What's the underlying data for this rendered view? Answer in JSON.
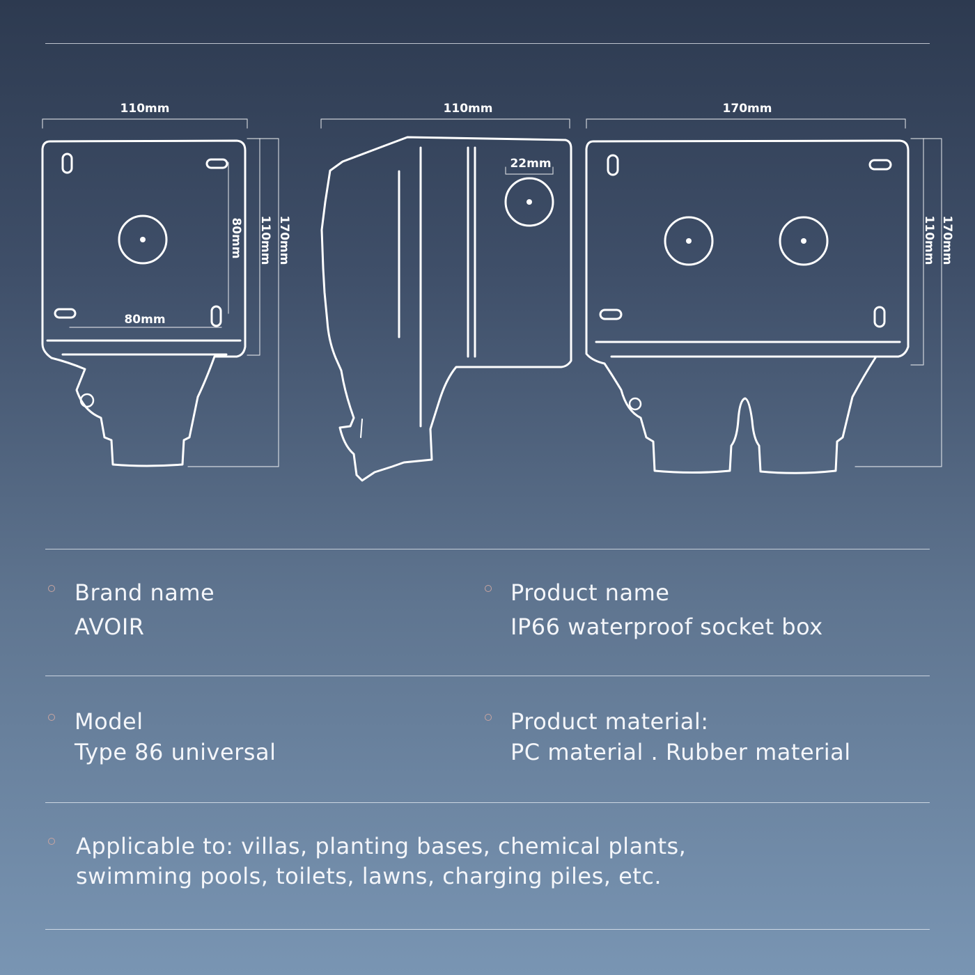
{
  "dimensions": {
    "view1_width": "110mm",
    "view2_width": "110mm",
    "view3_width": "170mm",
    "view1_inner_height": "80mm",
    "view1_height_a": "110mm",
    "view1_height_b": "170mm",
    "view1_hole_spacing": "80mm",
    "view2_hole": "22mm",
    "view3_height_a": "110mm",
    "view3_height_b": "170mm"
  },
  "specs": {
    "brand": {
      "label": "Brand name",
      "value": "AVOIR"
    },
    "product": {
      "label": "Product name",
      "value": "IP66 waterproof socket box"
    },
    "model": {
      "label": "Model",
      "value": "Type 86 universal"
    },
    "material": {
      "label": "Product material:",
      "value": "PC material . Rubber material"
    },
    "applicable": {
      "line1": "Applicable to: villas, planting bases, chemical plants,",
      "line2": "swimming pools, toilets, lawns, charging piles, etc."
    }
  },
  "colors": {
    "bg_top": "#2d3a50",
    "bg_bottom": "#7995b3",
    "line": "#ffffff",
    "bullet": "#c9a5a1"
  }
}
